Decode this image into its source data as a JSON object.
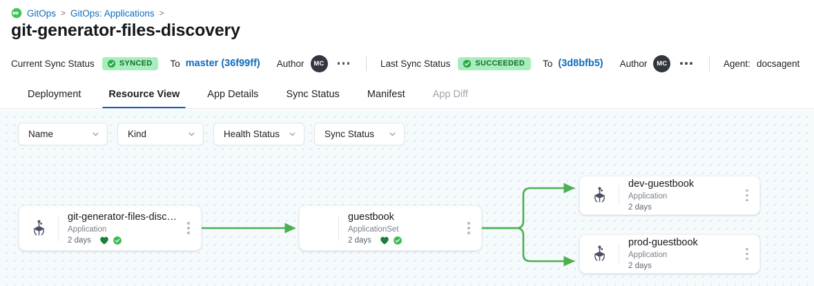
{
  "breadcrumb": {
    "icon": "gitops-logo-icon",
    "items": [
      {
        "label": "GitOps",
        "sep": ">"
      },
      {
        "label": "GitOps: Applications",
        "sep": ">"
      }
    ]
  },
  "page_title": "git-generator-files-discovery",
  "status_bar": {
    "current_sync_label": "Current Sync Status",
    "current_sync_badge": "SYNCED",
    "current_to_word": "To",
    "current_revision": "master (36f99ff)",
    "current_author_label": "Author",
    "current_author_initials": "MC",
    "last_sync_label": "Last Sync Status",
    "last_sync_badge": "SUCCEEDED",
    "last_to_word": "To",
    "last_revision": "(3d8bfb5)",
    "last_author_label": "Author",
    "last_author_initials": "MC",
    "agent_label": "Agent:",
    "agent_value": "docsagent"
  },
  "tabs": [
    {
      "label": "Deployment",
      "active": false,
      "disabled": false
    },
    {
      "label": "Resource View",
      "active": true,
      "disabled": false
    },
    {
      "label": "App Details",
      "active": false,
      "disabled": false
    },
    {
      "label": "Sync Status",
      "active": false,
      "disabled": false
    },
    {
      "label": "Manifest",
      "active": false,
      "disabled": false
    },
    {
      "label": "App Diff",
      "active": false,
      "disabled": true
    }
  ],
  "filters": [
    {
      "label": "Name"
    },
    {
      "label": "Kind"
    },
    {
      "label": "Health Status"
    },
    {
      "label": "Sync Status"
    }
  ],
  "nodes": [
    {
      "id": "root",
      "title": "git-generator-files-disco...",
      "kind": "Application",
      "age": "2 days",
      "has_icon": true,
      "health": "healthy",
      "sync": "synced"
    },
    {
      "id": "appset",
      "title": "guestbook",
      "kind": "ApplicationSet",
      "age": "2 days",
      "has_icon": false,
      "health": "healthy",
      "sync": "synced"
    },
    {
      "id": "dev",
      "title": "dev-guestbook",
      "kind": "Application",
      "age": "2 days",
      "has_icon": true,
      "health": null,
      "sync": null
    },
    {
      "id": "prod",
      "title": "prod-guestbook",
      "kind": "Application",
      "age": "2 days",
      "has_icon": true,
      "health": null,
      "sync": null
    }
  ],
  "colors": {
    "link": "#0f6cbd",
    "badge_bg": "#a7eebc",
    "badge_text": "#136a33",
    "edge_green": "#4caf50",
    "heart_green": "#1a7f37",
    "check_green": "#3fb950",
    "tab_active_underline": "#1263c4",
    "canvas_bg": "#f5fafd"
  }
}
